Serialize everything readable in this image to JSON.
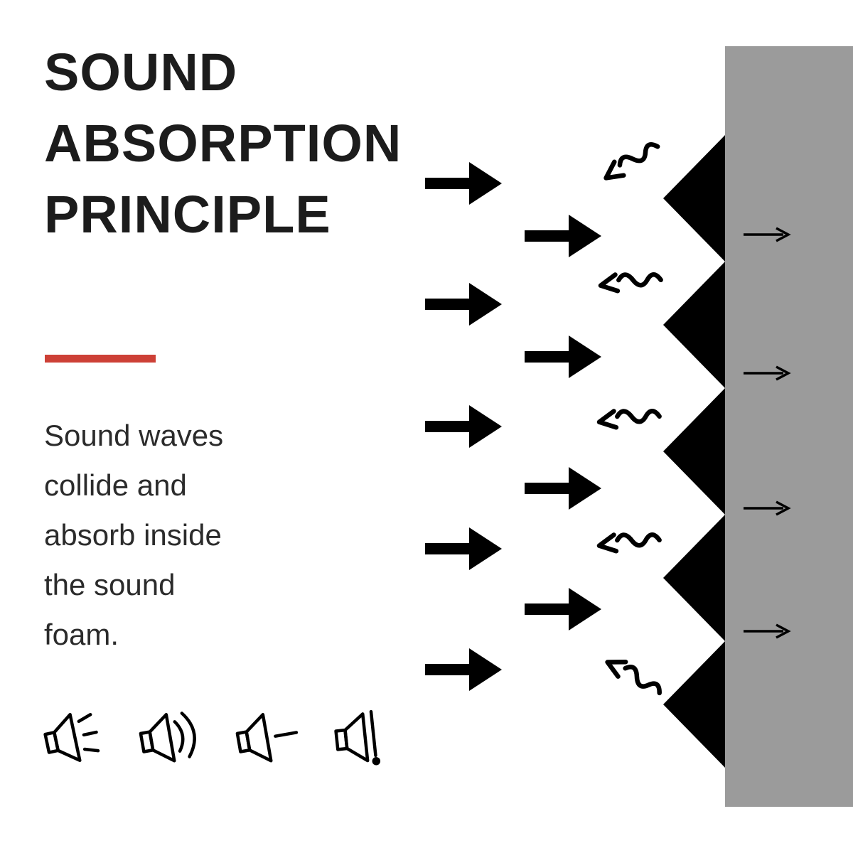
{
  "title": {
    "lines": [
      "SOUND",
      "ABSORPTION",
      "PRINCIPLE"
    ],
    "full": "SOUND ABSORPTION PRINCIPLE"
  },
  "description": {
    "lines": [
      "Sound waves",
      "collide and",
      "absorb inside",
      "the sound",
      "foam."
    ],
    "full": "Sound waves collide and absorb inside the sound foam."
  },
  "colors": {
    "accent_red": "#cd4036",
    "wall_gray": "#9b9b9b",
    "foam_black": "#000000",
    "text_black": "#1c1c1c"
  },
  "icons": {
    "items": [
      {
        "name": "speaker-dashes-icon"
      },
      {
        "name": "speaker-waves-icon"
      },
      {
        "name": "speaker-dash-icon"
      },
      {
        "name": "speaker-line-icon"
      }
    ]
  },
  "diagram": {
    "incident_arrows_column1": 5,
    "incident_arrows_column2": 4,
    "reflected_wavy_arrows": 5,
    "transmitted_arrows": 4,
    "foam_wedges": 5
  }
}
